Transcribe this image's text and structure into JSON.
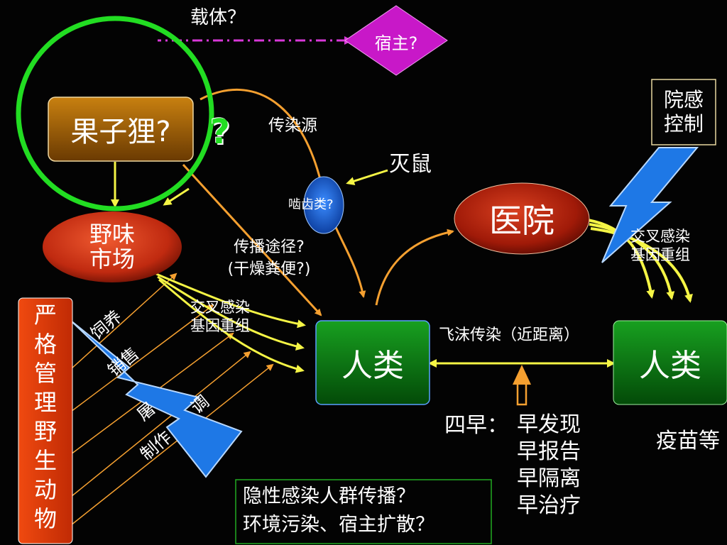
{
  "colors": {
    "background": "#030303",
    "green_circle": "#22dd22",
    "orange_arrow": "#f5a030",
    "yellow_arrow": "#f5f545",
    "red_node": "#c02a10",
    "green_node": "#0a8a14",
    "blue_bolt": "#1e78e6",
    "magenta_diamond": "#c818c8",
    "brown_box": "#a86808",
    "orange_panel": "#e03a0a"
  },
  "carrier": {
    "label": "载体？"
  },
  "host": {
    "label": "宿主?"
  },
  "civet": {
    "label": "果子狸?",
    "question_mark": "?"
  },
  "infection_source": {
    "label": "传染源"
  },
  "rodent_control": {
    "label": "灭鼠"
  },
  "rodent": {
    "label": "啮齿类?"
  },
  "wild_market": {
    "line1": "野味",
    "line2": "市场"
  },
  "transmission_route": {
    "line1": "传播途径?",
    "line2": "(干燥粪便?)"
  },
  "cross_infection_left": {
    "line1": "交叉感染",
    "line2": "基因重组"
  },
  "cross_infection_right": {
    "line1": "交叉感染",
    "line2": "基因重组"
  },
  "hospital": {
    "label": "医院"
  },
  "infection_control": {
    "line1": "院感",
    "line2": "控制"
  },
  "human_left": {
    "label": "人类"
  },
  "human_right": {
    "label": "人类"
  },
  "droplet": {
    "label": "飞沫传染（近距离）"
  },
  "four_early": {
    "prefix": "四早：",
    "items": [
      "早发现",
      "早报告",
      "早隔离",
      "早治疗"
    ]
  },
  "vaccine": {
    "label": "疫苗等"
  },
  "wildlife_panel": {
    "chars": [
      "严",
      "格",
      "管",
      "理",
      "野",
      "生",
      "动",
      "物"
    ]
  },
  "activities": {
    "raise": "饲养",
    "sell": "销售",
    "slaughter": "屠",
    "cook": "制作",
    "eat": "调"
  },
  "hidden_spread": {
    "line1": "隐性感染人群传播？",
    "line2": "环境污染、宿主扩散？"
  }
}
